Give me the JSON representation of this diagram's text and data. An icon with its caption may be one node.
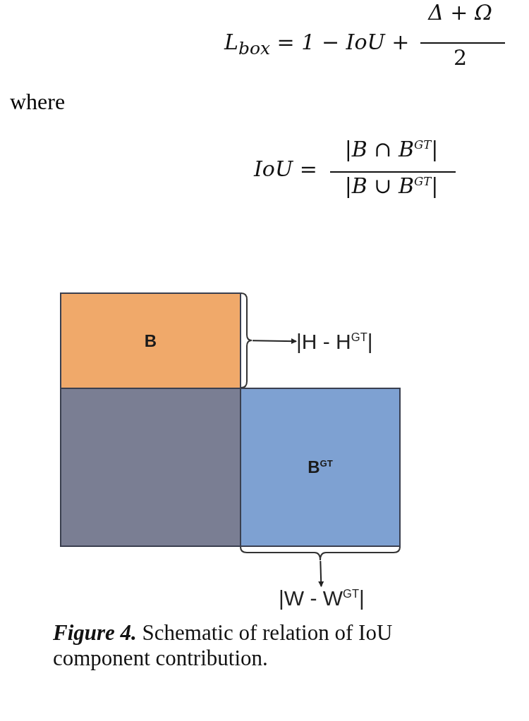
{
  "diagram": {
    "caption": "**Figure 4.** Schematic of relation of IoU component contribution.",
    "nodes": [
      {
        "text": [
          "B"
        ]
      },
      {
        "text": [],
        "shape": "bracket"
      },
      {
        "text": [
          "|H - H$^{GT}$|"
        ]
      },
      {
        "text": [],
        "shape": "box"
      },
      {
        "text": [
          "B$^{GT}$"
        ]
      },
      {
        "text": [],
        "shape": "bracket"
      },
      {
        "text": [
          "|W - W$^{GT}$|"
        ]
      }
    ],
    "edges": [
      {
        "from": 1,
        "to": 2,
        "arrow": "to"
      },
      {
        "from": 5,
        "to": 6,
        "arrow": "to"
      }
    ],
    "labels": [
      "L$_{box}$ = 1 − IoU +",
      "Δ + Ω",
      "2",
      "where",
      "IoU =",
      "|B ∩ B$^{GT}$|",
      "|B ∪ B$^{GT}$|"
    ]
  }
}
